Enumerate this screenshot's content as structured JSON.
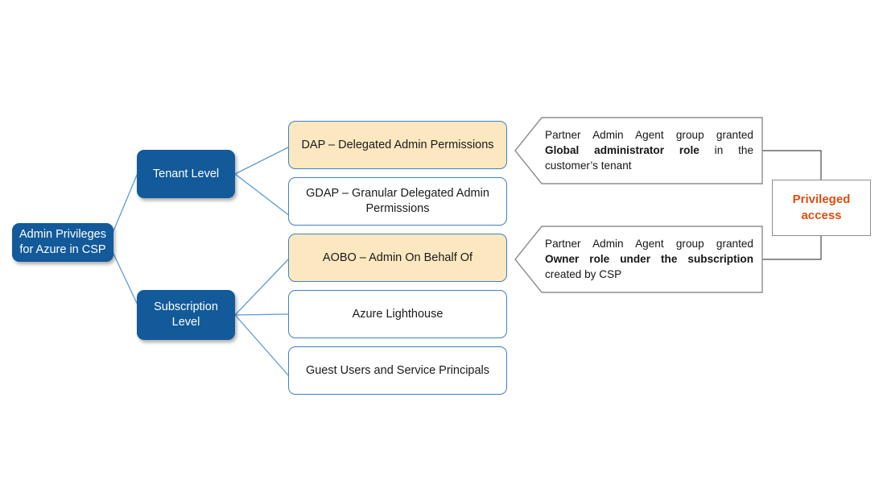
{
  "diagram": {
    "title": "Admin Privileges for Azure in CSP",
    "colors": {
      "node_blue": "#125A99",
      "leaf_border": "#3E82C4",
      "leaf_highlight": "#FCE8C0",
      "callout_border": "#8d8d8d",
      "privileged_text": "#DE4E12",
      "connector_blue": "#5B9BD5",
      "connector_gray": "#6f6f6f"
    }
  },
  "root": {
    "line1": "Admin Privileges",
    "line2": "for Azure in CSP"
  },
  "branches": [
    {
      "id": "tenant",
      "line1": "Tenant Level",
      "line2": ""
    },
    {
      "id": "subscription",
      "line1": "Subscription",
      "line2": "Level"
    }
  ],
  "leaves": [
    {
      "id": "dap",
      "label": "DAP – Delegated Admin Permissions",
      "highlight": true
    },
    {
      "id": "gdap",
      "label": "GDAP – Granular Delegated Admin Permissions",
      "highlight": false
    },
    {
      "id": "aobo",
      "label": "AOBO – Admin On Behalf Of",
      "highlight": true
    },
    {
      "id": "lighthouse",
      "label": "Azure Lighthouse",
      "highlight": false
    },
    {
      "id": "guests",
      "label": "Guest Users and Service Principals",
      "highlight": false
    }
  ],
  "callouts": [
    {
      "id": "dap-callout",
      "pre": "Partner Admin Agent group granted ",
      "bold": "Global administrator role",
      "post": " in the customer’s tenant"
    },
    {
      "id": "aobo-callout",
      "pre": "Partner Admin Agent group granted ",
      "bold": "Owner role under the subscription",
      "post": " created by CSP"
    }
  ],
  "privileged": {
    "line1": "Privileged",
    "line2": "access"
  }
}
